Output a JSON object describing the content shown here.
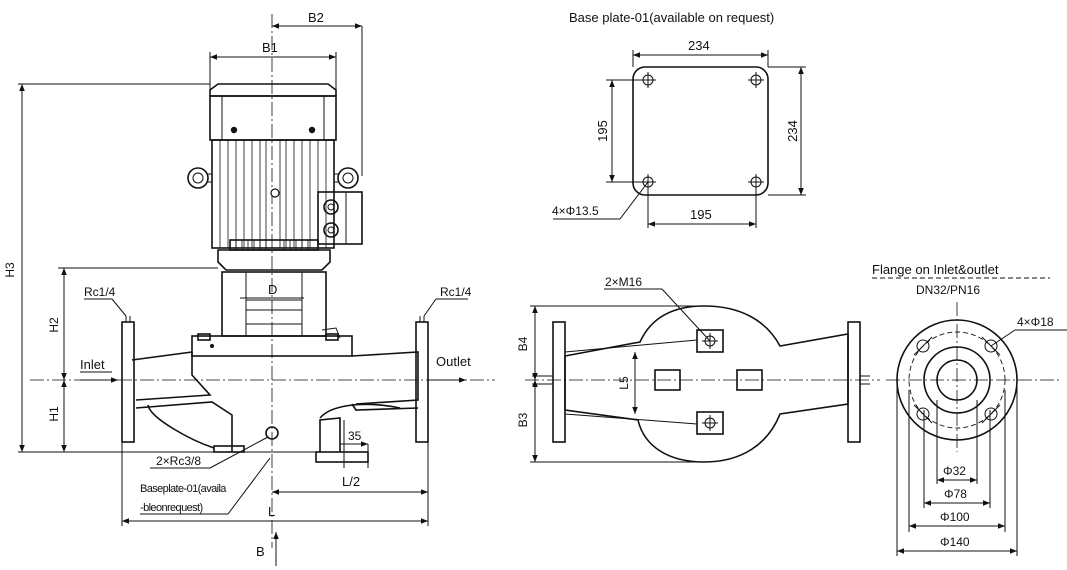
{
  "pump_view": {
    "dims": {
      "b2": "B2",
      "b1": "B1",
      "h3": "H3",
      "h2": "H2",
      "h1": "H1",
      "d": "D",
      "dim_35": "35",
      "l_half": "L/2",
      "l": "L",
      "b_arrow": "B"
    },
    "labels": {
      "rc_left": "Rc1/4",
      "rc_right": "Rc1/4",
      "inlet": "Inlet",
      "outlet": "Outlet",
      "drain": "2×Rc3/8",
      "base_note_line1": "Baseplate-01(availa",
      "base_note_line2": "-bleonrequest)"
    }
  },
  "base_plate": {
    "title": "Base plate-01(available on request)",
    "width_top": "234",
    "height_left": "195",
    "height_right": "234",
    "width_bottom": "195",
    "holes": "4×Φ13.5"
  },
  "top_view": {
    "bolts": "2×M16",
    "b4": "B4",
    "b3": "B3",
    "l5": "L5"
  },
  "flange": {
    "title": "Flange  on Inlet&outlet",
    "subtitle": "DN32/PN16",
    "holes": "4×Φ18",
    "d32": "Φ32",
    "d78": "Φ78",
    "d100": "Φ100",
    "d140": "Φ140"
  }
}
